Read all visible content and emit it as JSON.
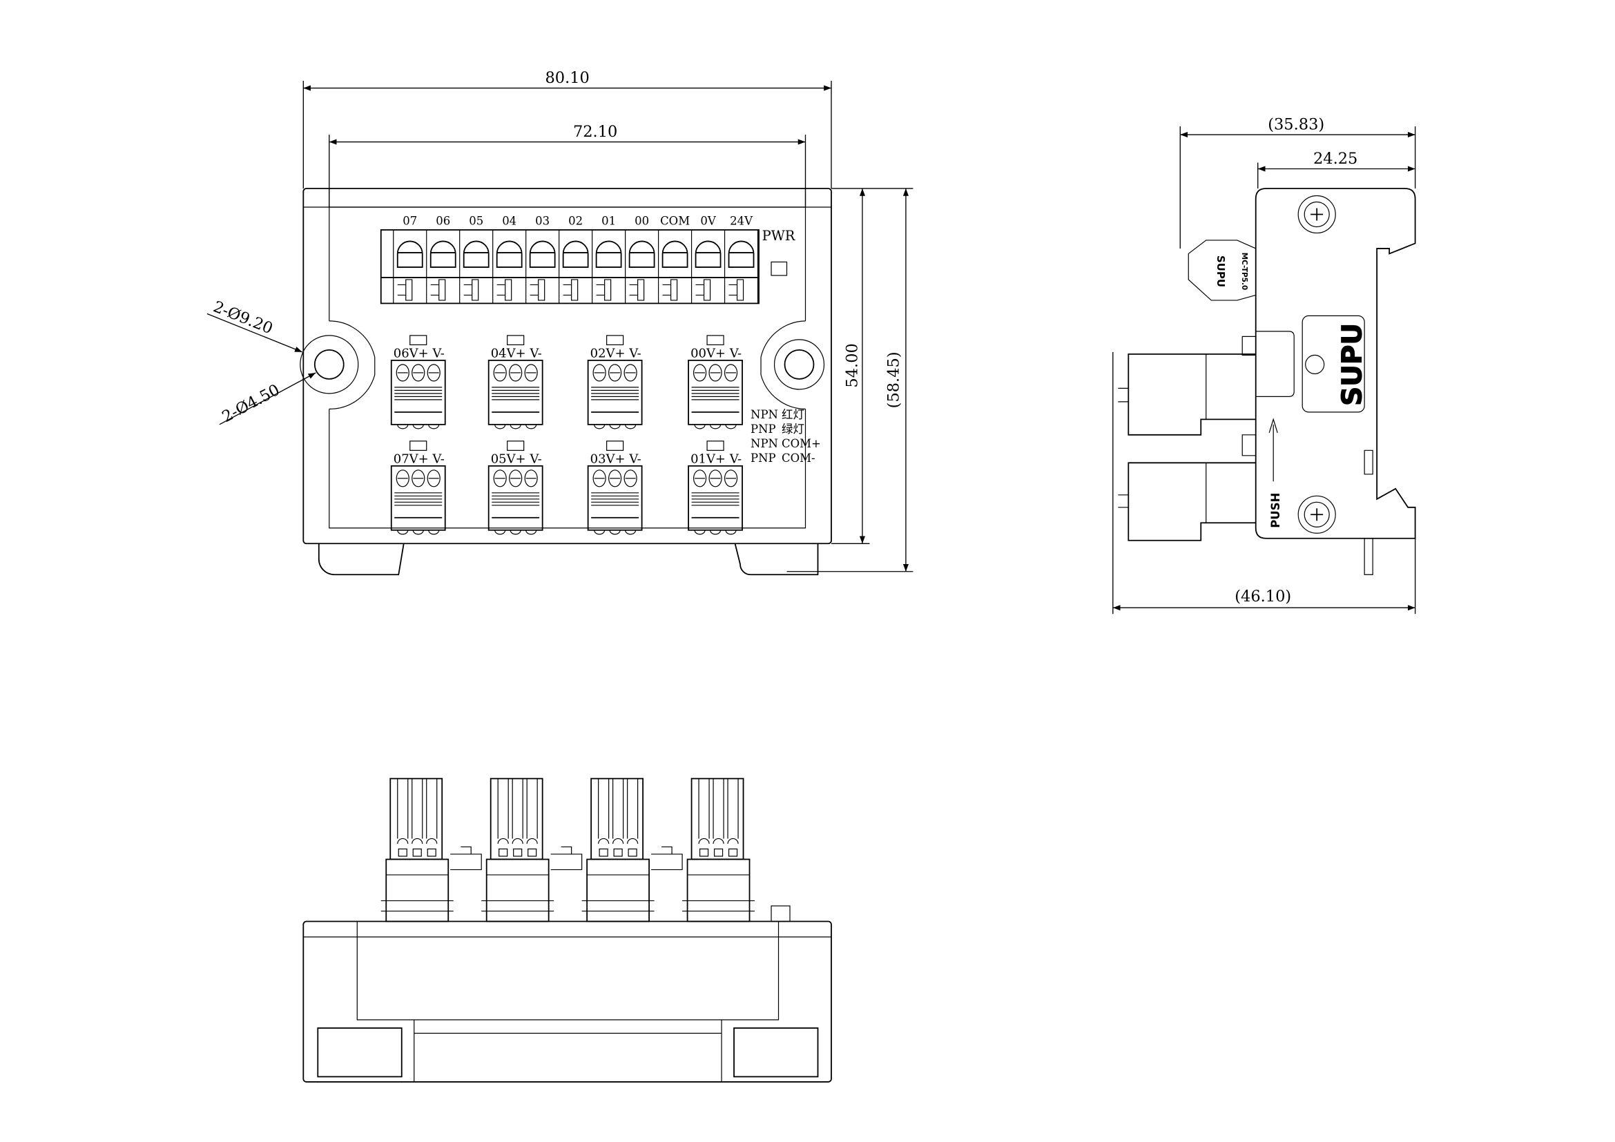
{
  "top_view": {
    "dims": {
      "overall_width": "80.10",
      "inner_width": "72.10",
      "height": "54.00",
      "overall_height": "(58.45)",
      "outer_hole": "2-Ø9.20",
      "inner_hole": "2-Ø4.50"
    },
    "terminal_labels": [
      "07",
      "06",
      "05",
      "04",
      "03",
      "02",
      "01",
      "00",
      "COM",
      "0V",
      "24V"
    ],
    "pwr_label": "PWR",
    "upper_connectors": [
      "06V+ V-",
      "04V+ V-",
      "02V+ V-",
      "00V+ V-"
    ],
    "lower_connectors": [
      "07V+ V-",
      "05V+ V-",
      "03V+ V-",
      "01V+ V-"
    ],
    "legend": [
      {
        "type": "NPN",
        "desc": "红灯"
      },
      {
        "type": "PNP",
        "desc": "绿灯"
      },
      {
        "type": "NPN",
        "desc": "COM+"
      },
      {
        "type": "PNP",
        "desc": "COM-"
      }
    ]
  },
  "side_view": {
    "dims": {
      "total_depth": "(35.83)",
      "rail_depth": "24.25",
      "overall_depth": "(46.10)"
    },
    "push_label": "PUSH",
    "brand_logo": "SUPU",
    "tag_logo": "SUPU",
    "tag_model": "MC-TP5.0"
  }
}
